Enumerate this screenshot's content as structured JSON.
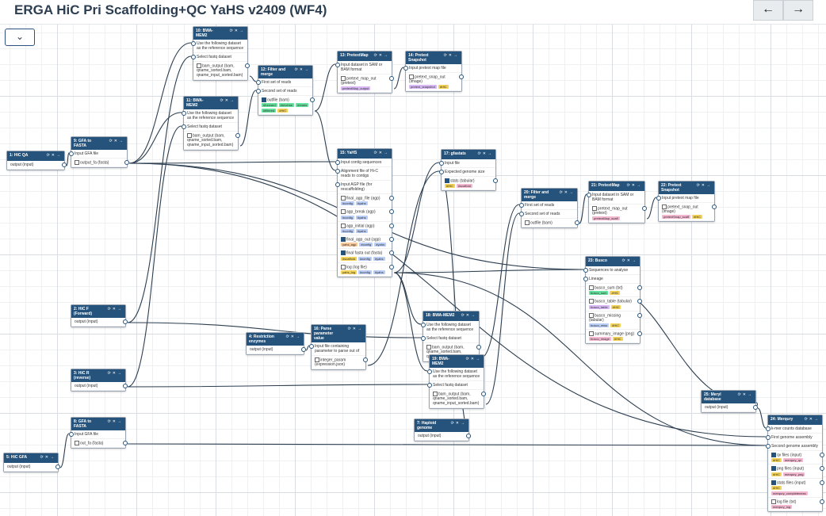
{
  "title": "ERGA HiC Pri Scaffolding+QC YaHS v2409 (WF4)",
  "nav": {
    "back_icon": "←",
    "forward_icon": "→"
  },
  "canvas": {
    "collapse_icon": "⌄"
  },
  "colors": {
    "header": "#25537b",
    "tag_purple": "#d7b8f5",
    "tag_blue": "#b9cdf6",
    "tag_green": "#63e19d",
    "tag_yellow": "#f3d35a",
    "tag_pink": "#f3b7cf",
    "tag_orange": "#f7c89b",
    "tag_gray": "#dddddd"
  },
  "nodes": [
    {
      "id": "n1",
      "title": "1: HiC QA",
      "rows": [
        {
          "text": "output (input)",
          "out": true
        }
      ]
    },
    {
      "id": "n2",
      "title": "2: HiC F (Forward)",
      "rows": [
        {
          "text": "output (input)",
          "out": true
        }
      ]
    },
    {
      "id": "n3",
      "title": "3: HiC R (reverse)",
      "rows": [
        {
          "text": "output (input)",
          "out": true
        }
      ]
    },
    {
      "id": "n4",
      "title": "4: Restriction enzymes",
      "rows": [
        {
          "text": "output (input)",
          "out": true
        }
      ]
    },
    {
      "id": "n5",
      "title": "5: HiC GFA",
      "rows": [
        {
          "text": "output (input)",
          "out": true
        }
      ]
    },
    {
      "id": "n6",
      "title": "6: Lineage",
      "rows": [
        {
          "text": "output (input)",
          "out": true
        }
      ]
    },
    {
      "id": "n7",
      "title": "7: Haploid genome",
      "rows": [
        {
          "text": "output (input)",
          "out": true
        }
      ]
    },
    {
      "id": "n8",
      "title": "8: GFA to FASTA",
      "rows": [
        {
          "text": "Input GFA file",
          "in": true
        },
        {
          "text": "out_fa (fasta)",
          "out": true,
          "cb": false
        }
      ]
    },
    {
      "id": "n9",
      "title": "9: GFA to FASTA",
      "rows": [
        {
          "text": "Input GFA file",
          "in": true
        },
        {
          "text": "output_fa (fasta)",
          "out": true,
          "cb": false
        }
      ]
    },
    {
      "id": "n10",
      "title": "10: BWA-MEM2",
      "rows": [
        {
          "text": "Use the following dataset as the reference sequence",
          "in": true
        },
        {
          "text": "Select fastq dataset",
          "in": true
        },
        {
          "text": "bam_output (bam, qname_sorted.bam, qname_input_sorted.bam)",
          "out": true,
          "cb": false
        }
      ]
    },
    {
      "id": "n11",
      "title": "11: BWA-MEM2",
      "rows": [
        {
          "text": "Use the following dataset as the reference sequence",
          "in": true
        },
        {
          "text": "Select fastq dataset",
          "in": true
        },
        {
          "text": "bam_output (bam, qname_sorted.bam, qname_input_sorted.bam)",
          "out": true,
          "cb": false
        }
      ]
    },
    {
      "id": "n12",
      "title": "12: Filter and merge",
      "rows": [
        {
          "text": "First set of reads",
          "in": true
        },
        {
          "text": "Second set of reads",
          "in": true
        },
        {
          "text": "outfile (bam)",
          "out": true,
          "cb": true,
          "tags": [
            [
              "#forward",
              "#63e19d"
            ],
            [
              "#reverse",
              "#63e19d"
            ],
            [
              "#reads",
              "#63e19d"
            ],
            [
              "#filtered",
              "#63e19d"
            ],
            [
              "#HiC",
              "#f3d35a"
            ]
          ]
        }
      ]
    },
    {
      "id": "n13",
      "title": "13: PretextMap",
      "rows": [
        {
          "text": "Input dataset in SAM or BAM format",
          "in": true
        },
        {
          "text": "pretext_map_out (pretext)",
          "out": true,
          "cb": false,
          "tags": [
            [
              "pretextMap_output",
              "#d7b8f5"
            ]
          ]
        }
      ]
    },
    {
      "id": "n14",
      "title": "14: Pretext Snapshot",
      "rows": [
        {
          "text": "Input pretext map file",
          "in": true
        },
        {
          "text": "pretext_snap_out (image)",
          "out": true,
          "cb": false,
          "tags": [
            [
              "pretext_snapshot",
              "#d7b8f5"
            ],
            [
              "#HiC",
              "#f3d35a"
            ]
          ]
        }
      ]
    },
    {
      "id": "n15",
      "title": "15: YaHS",
      "rows": [
        {
          "text": "Input contig sequences",
          "in": true
        },
        {
          "text": "Alignment file of Hi-C reads to contigs",
          "in": true
        },
        {
          "text": "Input AGP file (for rescaffolding)",
          "in": true
        },
        {
          "text": "final_agp_file (agp)",
          "out": true,
          "cb": false,
          "tags": [
            [
              "#config",
              "#b9cdf6"
            ],
            [
              "#yahs",
              "#b9cdf6"
            ]
          ]
        },
        {
          "text": "agp_break (agp)",
          "out": true,
          "cb": false,
          "tags": [
            [
              "#config",
              "#b9cdf6"
            ],
            [
              "#yahs",
              "#b9cdf6"
            ]
          ]
        },
        {
          "text": "agp_initial (agp)",
          "out": true,
          "cb": false,
          "tags": [
            [
              "#config",
              "#b9cdf6"
            ],
            [
              "#yahs",
              "#b9cdf6"
            ]
          ]
        },
        {
          "text": "final_agp_out (agp)",
          "out": true,
          "cb": true,
          "tags": [
            [
              "yahs_agp",
              "#f7c89b"
            ],
            [
              "#config",
              "#b9cdf6"
            ],
            [
              "#yahs",
              "#b9cdf6"
            ]
          ]
        },
        {
          "text": "final fasta out (fasta)",
          "out": true,
          "cb": true,
          "tags": [
            [
              "#scaffold",
              "#f3d35a"
            ],
            [
              "#config",
              "#b9cdf6"
            ],
            [
              "#yahs",
              "#b9cdf6"
            ]
          ]
        },
        {
          "text": "log (log file)",
          "out": true,
          "cb": false,
          "tags": [
            [
              "yahs_log",
              "#f3d35a"
            ],
            [
              "#config",
              "#b9cdf6"
            ],
            [
              "#yahs",
              "#b9cdf6"
            ]
          ]
        }
      ]
    },
    {
      "id": "n16",
      "title": "16: Parse parameter value",
      "rows": [
        {
          "text": "Input file containing parameter to parse out of",
          "in": true
        },
        {
          "text": "integer_param (expression.json)",
          "out": true,
          "cb": false
        }
      ]
    },
    {
      "id": "n17",
      "title": "17: gfastats",
      "rows": [
        {
          "text": "Input file",
          "in": true
        },
        {
          "text": "Expected genome size",
          "in": true
        },
        {
          "text": "stats (tabular)",
          "out": true,
          "cb": true,
          "tags": [
            [
              "#HiC",
              "#f3d35a"
            ],
            [
              "#scaffold",
              "#f3b7cf"
            ]
          ]
        }
      ]
    },
    {
      "id": "n18",
      "title": "18: BWA-MEM2",
      "rows": [
        {
          "text": "Use the following dataset as the reference sequence",
          "in": true
        },
        {
          "text": "Select fastq dataset",
          "in": true
        },
        {
          "text": "bam_output (bam, qname_sorted.bam, qname_input_sorted.bam)",
          "out": true,
          "cb": false
        }
      ]
    },
    {
      "id": "n19",
      "title": "19: BWA-MEM2",
      "rows": [
        {
          "text": "Use the following dataset as the reference sequence",
          "in": true
        },
        {
          "text": "Select fastq dataset",
          "in": true
        },
        {
          "text": "bam_output (bam, qname_sorted.bam, qname_input_sorted.bam)",
          "out": true,
          "cb": false
        }
      ]
    },
    {
      "id": "n20",
      "title": "20: Filter and merge",
      "rows": [
        {
          "text": "First set of reads",
          "in": true
        },
        {
          "text": "Second set of reads",
          "in": true
        },
        {
          "text": "outfile (bam)",
          "out": true,
          "cb": false
        }
      ]
    },
    {
      "id": "n21",
      "title": "21: PretextMap",
      "rows": [
        {
          "text": "Input dataset in SAM or BAM format",
          "in": true
        },
        {
          "text": "pretext_map_out (pretext)",
          "out": true,
          "cb": false,
          "tags": [
            [
              "pretextMap_scaff",
              "#f3b7cf"
            ]
          ]
        }
      ]
    },
    {
      "id": "n22",
      "title": "22: Pretext Snapshot",
      "rows": [
        {
          "text": "Input pretext map file",
          "in": true
        },
        {
          "text": "pretext_snap_out (image)",
          "out": true,
          "cb": false,
          "tags": [
            [
              "pretextSnap_scaff",
              "#f3b7cf"
            ],
            [
              "#HiC",
              "#f3d35a"
            ]
          ]
        }
      ]
    },
    {
      "id": "n23",
      "title": "23: Busco",
      "rows": [
        {
          "text": "Sequences to analyse",
          "in": true
        },
        {
          "text": "Lineage",
          "in": true
        },
        {
          "text": "busco_sum (txt)",
          "out": true,
          "cb": false,
          "tags": [
            [
              "busco_sum",
              "#63e19d"
            ],
            [
              "#HiC",
              "#f3d35a"
            ]
          ]
        },
        {
          "text": "busco_table (tabular)",
          "out": true,
          "cb": false,
          "tags": [
            [
              "busco_table",
              "#d7b8f5"
            ],
            [
              "#HiC",
              "#f3d35a"
            ]
          ]
        },
        {
          "text": "busco_missing (tabular)",
          "out": true,
          "cb": false,
          "tags": [
            [
              "busco_miss",
              "#b9cdf6"
            ],
            [
              "#HiC",
              "#f3d35a"
            ]
          ]
        },
        {
          "text": "summary_image (png)",
          "out": true,
          "cb": false,
          "tags": [
            [
              "busco_image",
              "#f3b7cf"
            ],
            [
              "#HiC",
              "#f3d35a"
            ]
          ]
        }
      ]
    },
    {
      "id": "n24",
      "title": "24: Merqury",
      "rows": [
        {
          "text": "k-mer counts database",
          "in": true
        },
        {
          "text": "First genome assembly",
          "in": true
        },
        {
          "text": "Second genome assembly",
          "in": true
        },
        {
          "text": "qv files (input)",
          "out": true,
          "cb": true,
          "tags": [
            [
              "#HiC",
              "#f3d35a"
            ],
            [
              "merqury_qv",
              "#f3b7cf"
            ]
          ]
        },
        {
          "text": "png files (input)",
          "out": true,
          "cb": true,
          "tags": [
            [
              "#HiC",
              "#f3d35a"
            ],
            [
              "merqury_png",
              "#f3b7cf"
            ]
          ]
        },
        {
          "text": "stats files (input)",
          "out": true,
          "cb": true,
          "tags": [
            [
              "#HiC",
              "#f3d35a"
            ],
            [
              "merqury_completeness",
              "#f3b7cf"
            ]
          ]
        },
        {
          "text": "log file (txt)",
          "out": true,
          "cb": false,
          "tags": [
            [
              "merqury_log",
              "#f3b7cf"
            ]
          ]
        }
      ]
    },
    {
      "id": "n25",
      "title": "25: Meryl database",
      "rows": [
        {
          "text": "output (input)",
          "out": true
        }
      ]
    }
  ]
}
